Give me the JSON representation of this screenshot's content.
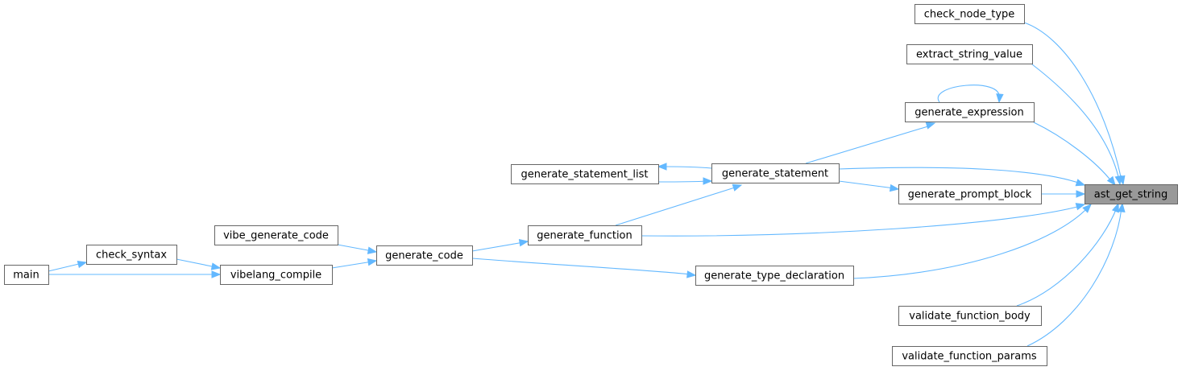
{
  "graph": {
    "focus_node": "ast_get_string",
    "nodes": [
      {
        "id": "ast_get_string",
        "label": "ast_get_string",
        "focus": true
      },
      {
        "id": "check_node_type",
        "label": "check_node_type"
      },
      {
        "id": "extract_string_value",
        "label": "extract_string_value"
      },
      {
        "id": "generate_expression",
        "label": "generate_expression"
      },
      {
        "id": "generate_statement",
        "label": "generate_statement"
      },
      {
        "id": "generate_prompt_block",
        "label": "generate_prompt_block"
      },
      {
        "id": "generate_statement_list",
        "label": "generate_statement_list"
      },
      {
        "id": "generate_function",
        "label": "generate_function"
      },
      {
        "id": "generate_type_declaration",
        "label": "generate_type_declaration"
      },
      {
        "id": "validate_function_body",
        "label": "validate_function_body"
      },
      {
        "id": "validate_function_params",
        "label": "validate_function_params"
      },
      {
        "id": "generate_code",
        "label": "generate_code"
      },
      {
        "id": "vibe_generate_code",
        "label": "vibe_generate_code"
      },
      {
        "id": "vibelang_compile",
        "label": "vibelang_compile"
      },
      {
        "id": "check_syntax",
        "label": "check_syntax"
      },
      {
        "id": "main",
        "label": "main"
      }
    ],
    "edges": [
      {
        "from": "check_node_type",
        "to": "ast_get_string"
      },
      {
        "from": "extract_string_value",
        "to": "ast_get_string"
      },
      {
        "from": "generate_expression",
        "to": "ast_get_string"
      },
      {
        "from": "generate_expression",
        "to": "generate_expression"
      },
      {
        "from": "generate_statement",
        "to": "ast_get_string"
      },
      {
        "from": "generate_statement",
        "to": "generate_expression"
      },
      {
        "from": "generate_statement",
        "to": "generate_prompt_block"
      },
      {
        "from": "generate_statement",
        "to": "generate_statement_list"
      },
      {
        "from": "generate_statement_list",
        "to": "generate_statement"
      },
      {
        "from": "generate_prompt_block",
        "to": "ast_get_string"
      },
      {
        "from": "generate_function",
        "to": "ast_get_string"
      },
      {
        "from": "generate_function",
        "to": "generate_statement"
      },
      {
        "from": "generate_type_declaration",
        "to": "ast_get_string"
      },
      {
        "from": "validate_function_body",
        "to": "ast_get_string"
      },
      {
        "from": "validate_function_params",
        "to": "ast_get_string"
      },
      {
        "from": "generate_code",
        "to": "generate_function"
      },
      {
        "from": "generate_code",
        "to": "generate_type_declaration"
      },
      {
        "from": "vibe_generate_code",
        "to": "generate_code"
      },
      {
        "from": "vibelang_compile",
        "to": "generate_code"
      },
      {
        "from": "check_syntax",
        "to": "vibelang_compile"
      },
      {
        "from": "main",
        "to": "check_syntax"
      },
      {
        "from": "main",
        "to": "vibelang_compile"
      }
    ]
  },
  "colors": {
    "edge": "#63b8ff",
    "node_border": "#666666",
    "focus_fill": "#999999",
    "node_fill": "#ffffff"
  }
}
